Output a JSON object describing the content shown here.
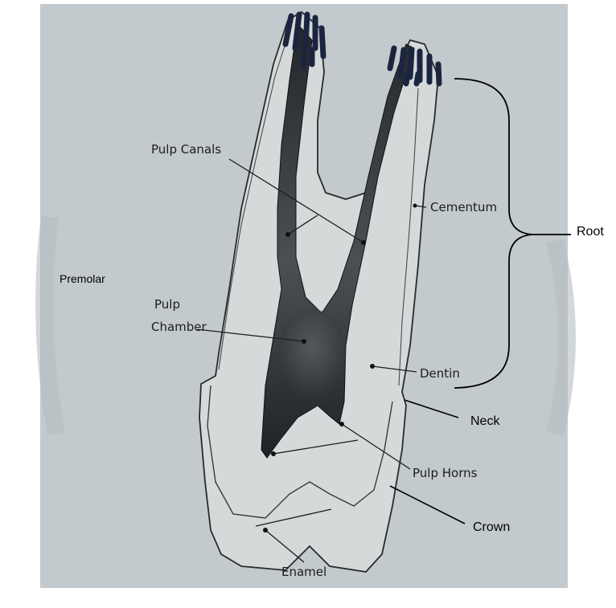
{
  "labels": {
    "pulp_canals": "Pulp Canals",
    "cementum": "Cementum",
    "pulp": "Pulp",
    "chamber": "Chamber",
    "dentin": "Dentin",
    "pulp_horns": "Pulp Horns",
    "enamel": "Enamel",
    "root": "Root",
    "neck": "Neck",
    "crown": "Crown",
    "premolar": "Premolar"
  },
  "colors": {
    "paper": "#c3cacd",
    "tooth": "#d5d9da",
    "ink": "#1c1c1c",
    "pulp": "#3e4348"
  }
}
